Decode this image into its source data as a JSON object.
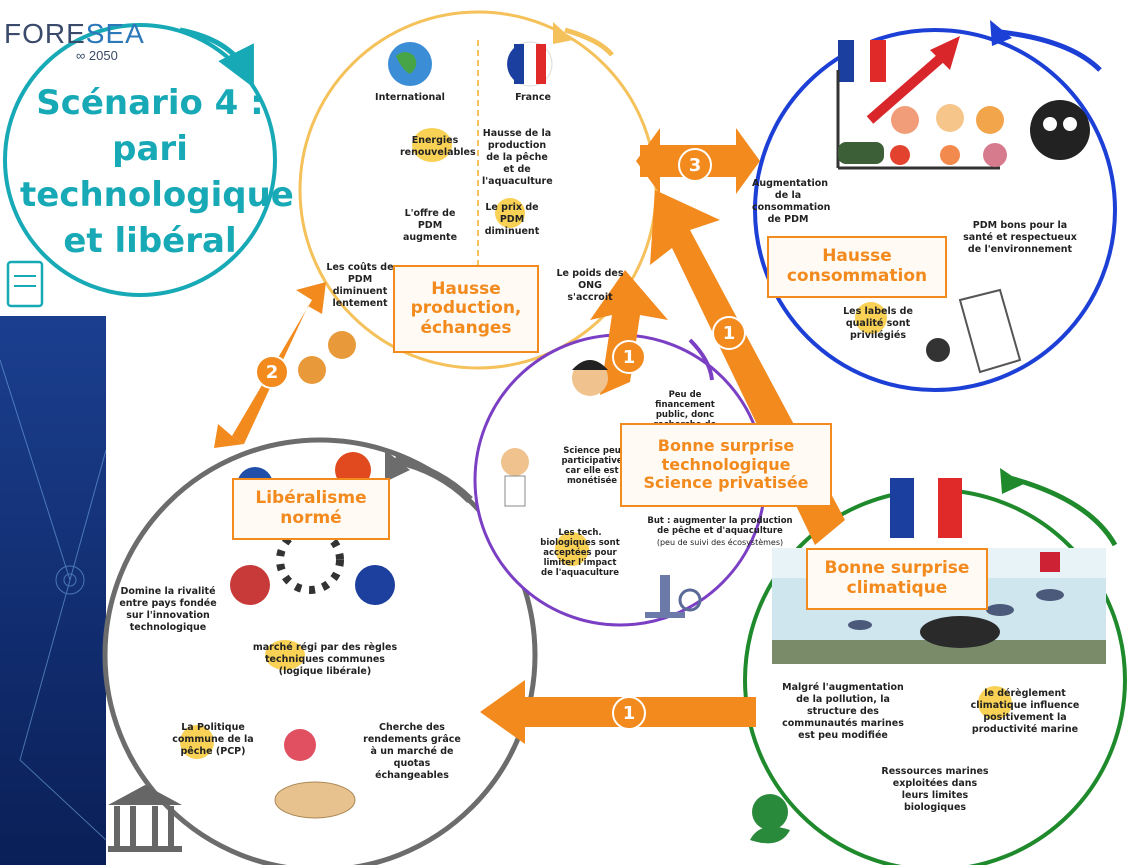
{
  "logo": {
    "fore": "FORE",
    "sea": "SEA",
    "year": "2050"
  },
  "title": {
    "line1": "Scénario 4 :",
    "line2": "pari",
    "line3": "technologique",
    "line4": "et libéral"
  },
  "production_circle": {
    "col_international": "International",
    "col_france": "France",
    "energies": "Energies renouvelables",
    "offre_pdm": "L'offre de PDM augmente",
    "couts_pdm": "Les coûts de PDM diminuent lentement",
    "hausse_prod": "Hausse de la production de la pêche et de l'aquaculture",
    "prix_pdm": "Le prix de PDM diminuent",
    "poids_ong": "Le poids des ONG s'accroit",
    "box": "Hausse production, échanges"
  },
  "consumption_circle": {
    "augmentation": "Augmentation de la consommation de PDM",
    "pdm_bons": "PDM bons pour la santé et respectueux de l'environnement",
    "box": "Hausse consommation",
    "labels": "Les labels de qualité sont privilégiés"
  },
  "science_circle": {
    "peu_financement": "Peu de financement public, donc recherche de financement privé",
    "science_peu": "Science peu participative car elle est monétisée",
    "box_line1": "Bonne surprise",
    "box_line2": "technologique",
    "box_line3": "Science privatisée",
    "but": "But : augmenter la production de pêche et d'aquaculture",
    "but_sub": "(peu de suivi des écosystèmes)",
    "tech_bio": "Les tech. biologiques sont acceptées pour limiter l'impact de l'aquaculture"
  },
  "liberalism_circle": {
    "box": "Libéralisme normé",
    "domine": "Domine la rivalité entre pays fondée sur l'innovation technologique",
    "marche": "marché régi par des règles techniques communes (logique libérale)",
    "politique": "La Politique commune de la pêche (PCP)",
    "cherche": "Cherche des rendements grâce à un marché de quotas échangeables"
  },
  "climate_circle": {
    "box": "Bonne surprise climatique",
    "malgre": "Malgré l'augmentation de la pollution, la structure des communautés marines est peu modifiée",
    "dereglement": "le dérèglement climatique influence positivement la productivité marine",
    "ressources": "Ressources marines exploitées dans leurs limites biologiques"
  },
  "numbers": {
    "n1": "1",
    "n2": "2",
    "n3": "3"
  },
  "colors": {
    "orange": "#f28a1e",
    "teal": "#17a9b6",
    "yellow": "#f5c15a",
    "blue": "#1c3fd6",
    "purple": "#7b3fc4",
    "green": "#1f8a2c",
    "grey": "#6c6c6c",
    "navy": "#0d2a6b"
  }
}
